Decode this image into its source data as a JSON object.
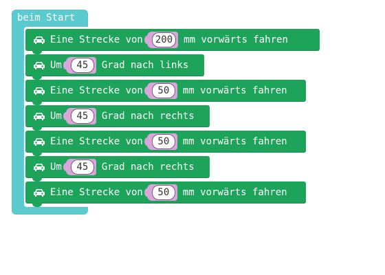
{
  "colors": {
    "event_block": "#5ccbcf",
    "statement_block": "#1ea35b",
    "number_slot": "#d8a6d9",
    "text": "#ffffff"
  },
  "event_block": {
    "label": "beim Start"
  },
  "statements": [
    {
      "icon": "car-icon",
      "prefix": "Eine Strecke von",
      "value": "200",
      "suffix": "mm vorwärts fahren"
    },
    {
      "icon": "car-icon",
      "prefix": "Um",
      "value": "45",
      "suffix": "Grad nach links"
    },
    {
      "icon": "car-icon",
      "prefix": "Eine Strecke von",
      "value": "50",
      "suffix": "mm vorwärts fahren"
    },
    {
      "icon": "car-icon",
      "prefix": "Um",
      "value": "45",
      "suffix": "Grad nach rechts"
    },
    {
      "icon": "car-icon",
      "prefix": "Eine Strecke von",
      "value": "50",
      "suffix": "mm vorwärts fahren"
    },
    {
      "icon": "car-icon",
      "prefix": "Um",
      "value": "45",
      "suffix": "Grad nach rechts"
    },
    {
      "icon": "car-icon",
      "prefix": "Eine Strecke von",
      "value": "50",
      "suffix": "mm vorwärts fahren"
    }
  ]
}
